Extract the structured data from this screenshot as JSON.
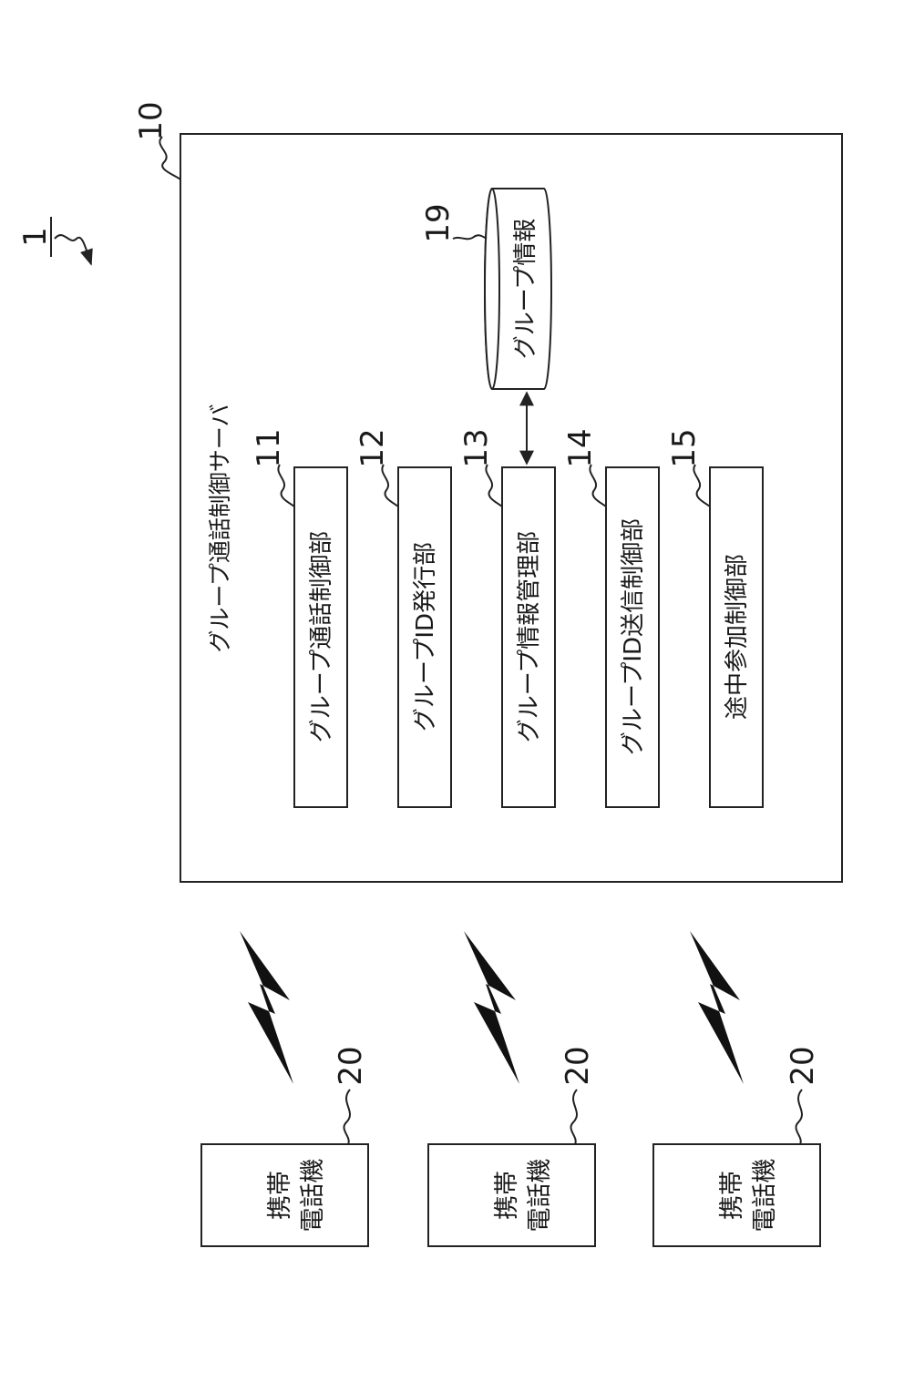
{
  "system_ref": "1",
  "server": {
    "ref": "10",
    "title": "グループ通話制御サーバ",
    "units": [
      {
        "ref": "11",
        "label": "グループ通話制御部"
      },
      {
        "ref": "12",
        "label": "グループID発行部"
      },
      {
        "ref": "13",
        "label": "グループ情報管理部"
      },
      {
        "ref": "14",
        "label": "グループID送信制御部"
      },
      {
        "ref": "15",
        "label": "途中参加制御部"
      }
    ],
    "database": {
      "ref": "19",
      "label": "グループ情報"
    }
  },
  "phones": [
    {
      "ref": "20",
      "label_line1": "携帯",
      "label_line2": "電話機"
    },
    {
      "ref": "20",
      "label_line1": "携帯",
      "label_line2": "電話機"
    },
    {
      "ref": "20",
      "label_line1": "携帯",
      "label_line2": "電話機"
    }
  ]
}
